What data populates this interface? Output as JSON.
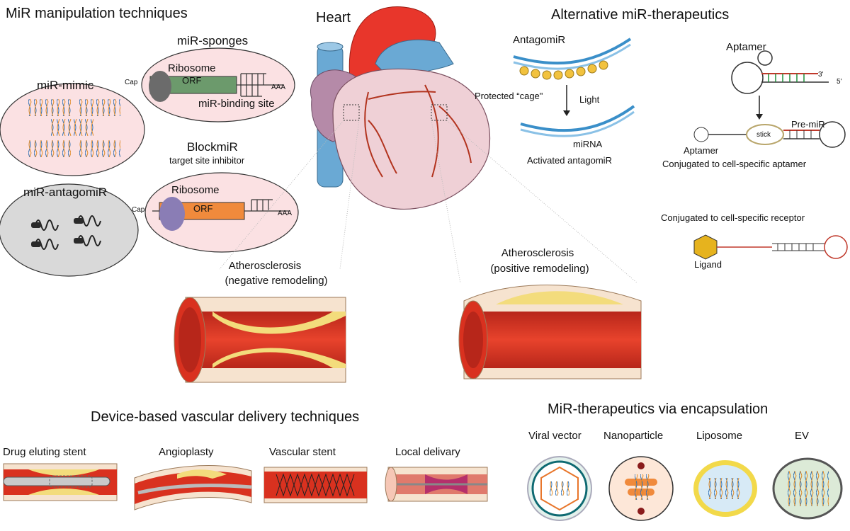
{
  "sections": {
    "manipulation": "MiR manipulation techniques",
    "heart": "Heart",
    "alternative": "Alternative miR-therapeutics",
    "device": "Device-based vascular delivery techniques",
    "encapsulation": "MiR-therapeutics via encapsulation"
  },
  "manipulation": {
    "mimic": "miR-mimic",
    "antagomir": "miR-antagomiR",
    "sponges": "miR-sponges",
    "sponges_ribosome": "Ribosome",
    "sponges_orf": "ORF",
    "sponges_cap": "Cap",
    "sponges_aaa": "AAA",
    "sponges_binding": "miR-binding site",
    "blockmir": "BlockmiR",
    "blockmir_sub": "target site inhibitor",
    "block_ribosome": "Ribosome",
    "block_orf": "ORF",
    "block_cap": "Cap",
    "block_aaa": "AAA"
  },
  "heart": {
    "neg_line1": "Atherosclerosis",
    "neg_line2": "(negative remodeling)",
    "pos_line1": "Atherosclerosis",
    "pos_line2": "(positive remodeling)"
  },
  "alternative": {
    "antagomir": "AntagomiR",
    "protected_cage": "Protected “cage\"",
    "light": "Light",
    "mirna": "miRNA",
    "activated": "Activated antagomiR",
    "aptamer": "Aptamer",
    "three_prime": "3'",
    "five_prime": "5'",
    "stick": "stick",
    "premir": "Pre-miR",
    "aptamer2": "Aptamer",
    "conj_aptamer": "Conjugated to cell-specific aptamer",
    "conj_receptor": "Conjugated to cell-specific receptor",
    "ligand": "Ligand"
  },
  "device": {
    "des": "Drug eluting stent",
    "angioplasty": "Angioplasty",
    "vascular_stent": "Vascular stent",
    "local": "Local delivary"
  },
  "encapsulation": {
    "viral": "Viral vector",
    "nano": "Nanoparticle",
    "liposome": "Liposome",
    "ev": "EV"
  },
  "colors": {
    "vessel_red": "#d9311f",
    "plaque_yellow": "#f3dc7c",
    "heart_red": "#e8362b",
    "heart_blue": "#6aa9d4",
    "heart_pink": "#efd0d6",
    "orf_green": "#6c9a6c",
    "orf_orange": "#f08a3c",
    "ellipse_pink": "#fbe1e3",
    "ellipse_grey": "#d9d9d9",
    "ligand_gold": "#e6b31e"
  }
}
